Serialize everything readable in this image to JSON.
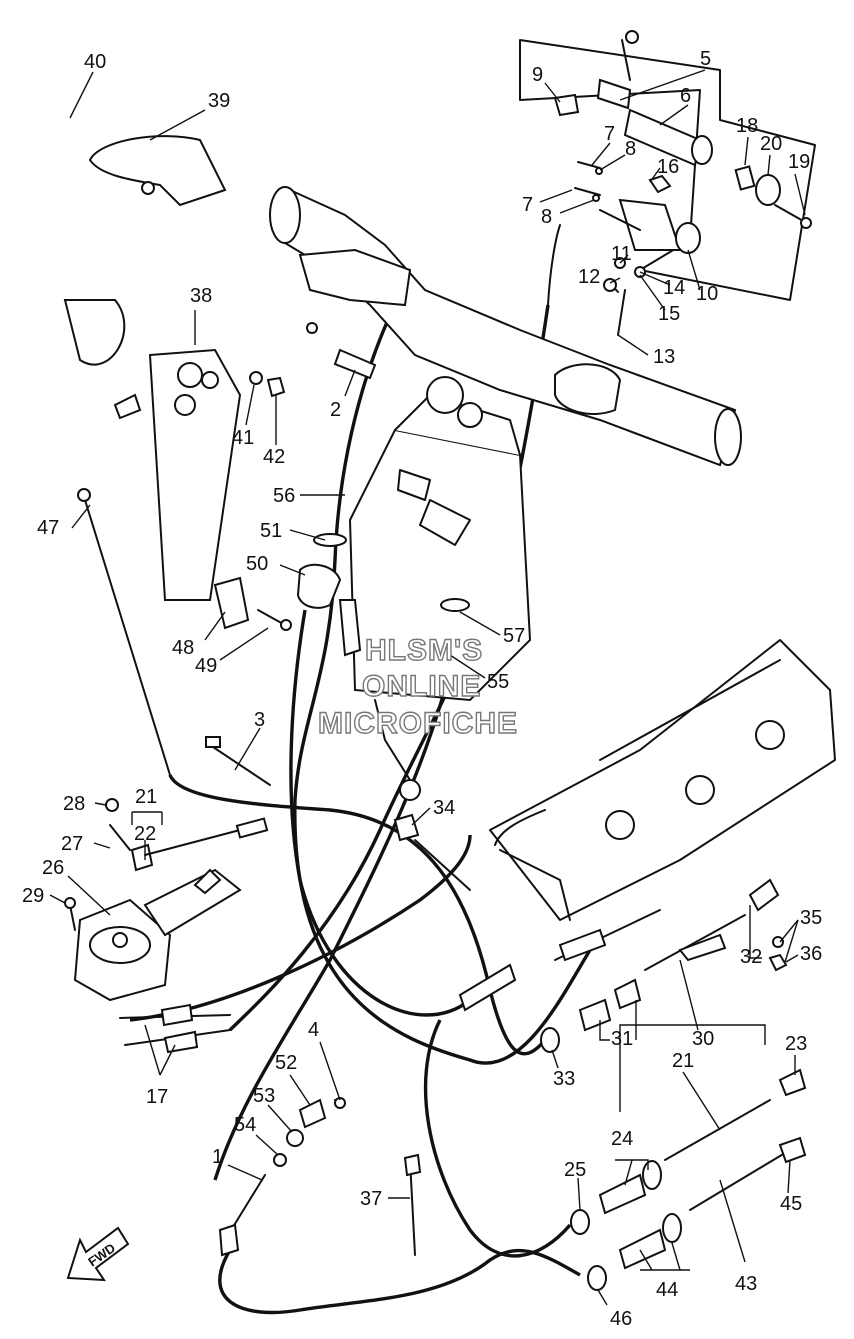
{
  "watermark": {
    "line1": "HLSM'S",
    "line2": "ONLINE",
    "line3": "MICROFICHE"
  },
  "direction_arrow": {
    "label": "FWD",
    "icon": "forward-arrow-icon"
  },
  "callouts": [
    "40",
    "39",
    "38",
    "41",
    "42",
    "47",
    "48",
    "49",
    "2",
    "56",
    "51",
    "50",
    "57",
    "55",
    "5",
    "9",
    "6",
    "18",
    "20",
    "19",
    "7",
    "8",
    "16",
    "7",
    "8",
    "11",
    "12",
    "14",
    "10",
    "15",
    "13",
    "3",
    "28",
    "27",
    "21",
    "22",
    "26",
    "29",
    "34",
    "35",
    "32",
    "36",
    "31",
    "30",
    "33",
    "17",
    "4",
    "52",
    "53",
    "54",
    "1",
    "21",
    "23",
    "24",
    "25",
    "45",
    "43",
    "44",
    "46",
    "37"
  ],
  "colors": {
    "ink": "#111111",
    "paper": "#ffffff",
    "watermark_outline": "#777777"
  }
}
